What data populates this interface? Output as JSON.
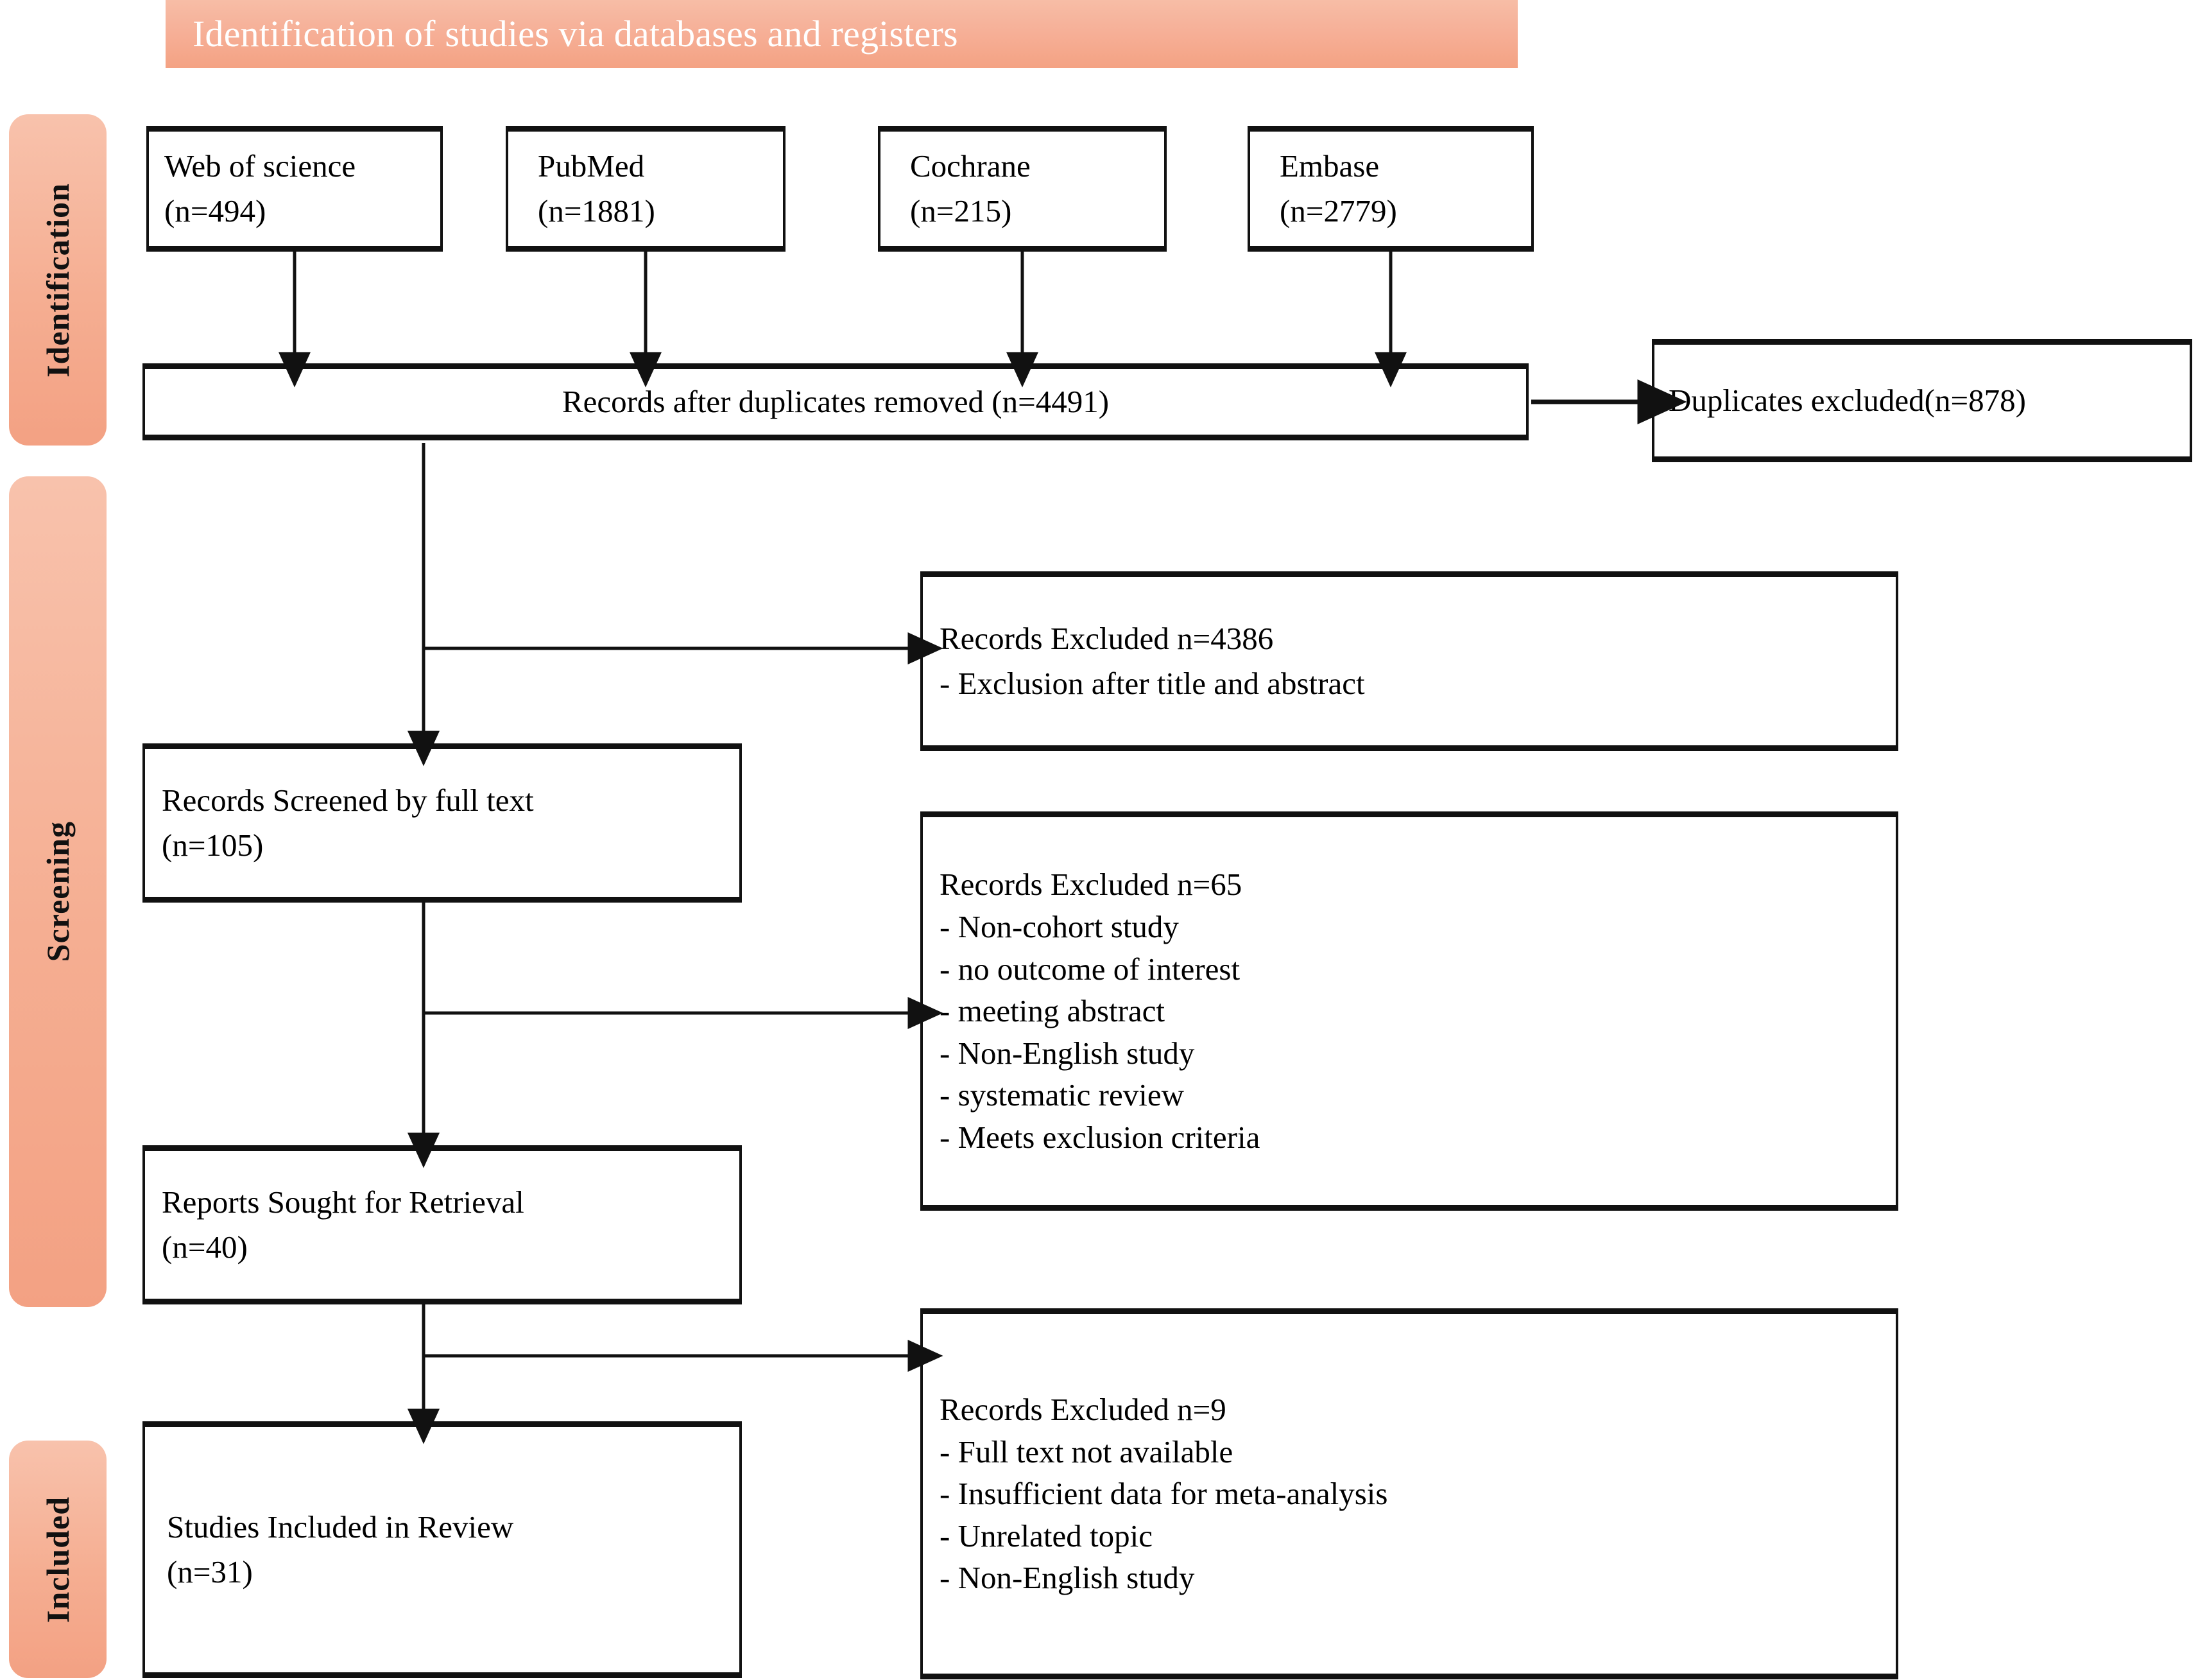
{
  "banner": {
    "title": "Identification of studies via databases and registers"
  },
  "stages": [
    {
      "id": "identification",
      "label": "Identification"
    },
    {
      "id": "screening",
      "label": "Screening"
    },
    {
      "id": "included",
      "label": "Included"
    }
  ],
  "sources": [
    {
      "name": "Web of science",
      "count": "(n=494)"
    },
    {
      "name": "PubMed",
      "count": "(n=1881)"
    },
    {
      "name": "Cochrane",
      "count": "(n=215)"
    },
    {
      "name": "Embase",
      "count": "(n=2779)"
    }
  ],
  "dedupe": {
    "label": "Records after duplicates removed (n=4491)"
  },
  "duplicates_excluded": {
    "label": "Duplicates excluded(n=878)"
  },
  "screened": {
    "line1": "Records Screened by  full text",
    "line2": "(n=105)"
  },
  "reports_sought": {
    "line1": "Reports Sought for Retrieval",
    "line2": "(n=40)"
  },
  "included_studies": {
    "line1": "Studies Included in Review",
    "line2": "(n=31)"
  },
  "excluded_1": {
    "heading": "Records Excluded n=4386",
    "reasons": [
      "- Exclusion after title and abstract"
    ]
  },
  "excluded_2": {
    "heading": "Records Excluded n=65",
    "reasons": [
      "- Non-cohort study",
      "- no outcome of interest",
      "- meeting abstract",
      "- Non-English study",
      "- systematic review",
      "- Meets exclusion criteria"
    ]
  },
  "excluded_3": {
    "heading": "Records Excluded n=9",
    "reasons": [
      "- Full text not available",
      "- Insufficient data for meta-analysis",
      "- Unrelated topic",
      "- Non-English study"
    ]
  },
  "colors": {
    "banner_top": "#f7bda6",
    "banner_bottom": "#f4a283",
    "pill_top": "#f8c2ac",
    "pill_bottom": "#f3a183",
    "banner_text": "#ffffff",
    "box_border": "#111111",
    "box_fill": "#ffffff"
  }
}
